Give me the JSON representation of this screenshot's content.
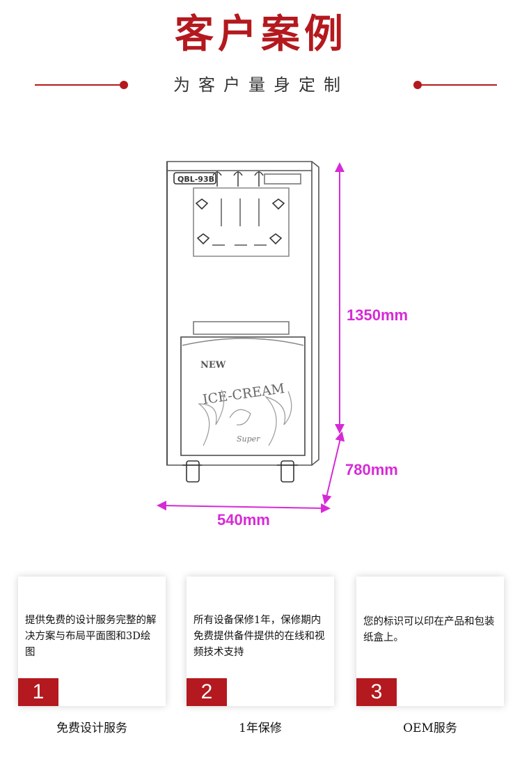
{
  "header": {
    "title": "客户案例",
    "subtitle": "为客户量身定制"
  },
  "product": {
    "model_label": "QBL-93B",
    "panel_text": "NEW",
    "banner_text": "ICE-CREAM",
    "script_text": "Super",
    "dimensions": {
      "height": "1350mm",
      "depth": "780mm",
      "width": "540mm"
    }
  },
  "features": [
    {
      "number": "1",
      "text": "提供免费的设计服务完整的解决方案与布局平面图和3D绘图",
      "caption": "免费设计服务"
    },
    {
      "number": "2",
      "text": "所有设备保修1年，保修期内免费提供备件提供的在线和视频技术支持",
      "caption": "1年保修"
    },
    {
      "number": "3",
      "text": "您的标识可以印在产品和包装纸盒上。",
      "caption": "OEM服务"
    }
  ],
  "colors": {
    "brand_red": "#b3191e",
    "dimension_magenta": "#d62ad6"
  }
}
